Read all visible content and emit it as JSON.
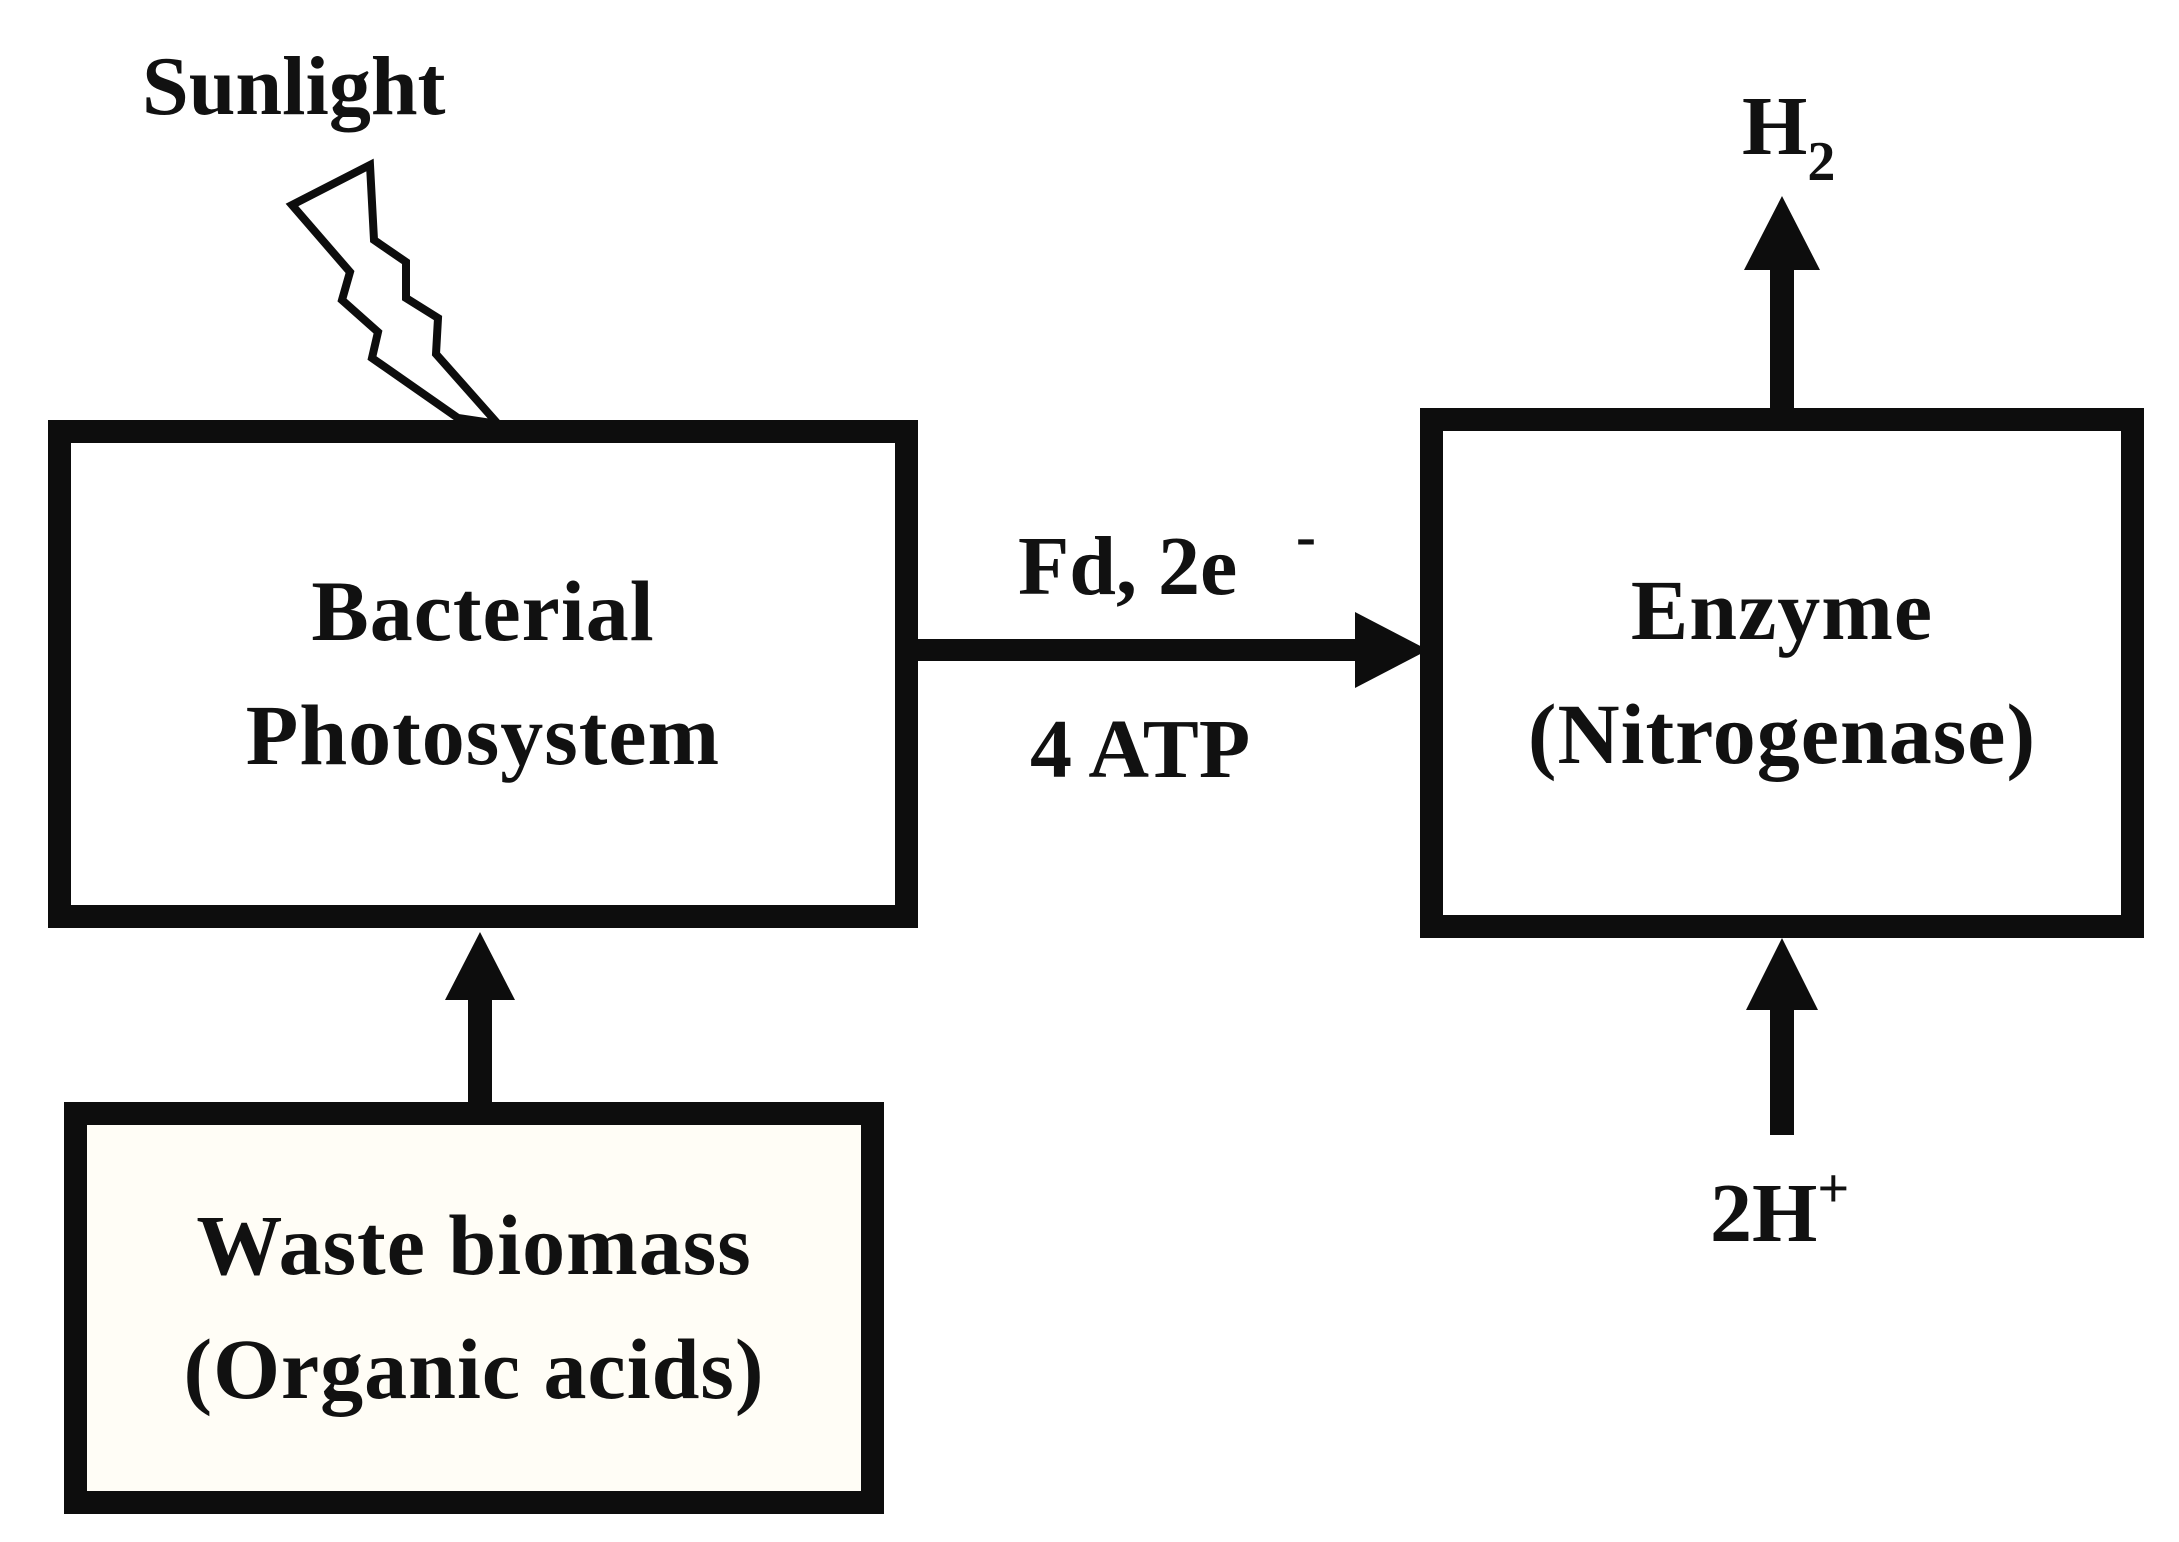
{
  "diagram": {
    "sunlight_label": "Sunlight",
    "photosystem_box": {
      "line1": "Bacterial",
      "line2": "Photosystem"
    },
    "biomass_box": {
      "line1": "Waste biomass",
      "line2": "(Organic acids)"
    },
    "enzyme_box": {
      "line1": "Enzyme",
      "line2": "(Nitrogenase)"
    },
    "transfer_label_top": "Fd, 2e",
    "transfer_label_top_superscript": "-",
    "transfer_label_bottom": "4 ATP",
    "product_label": "H",
    "product_subscript": "2",
    "proton_label": "2H",
    "proton_superscript": "+",
    "colors": {
      "stroke": "#0d0d0d",
      "text": "#111111",
      "background": "#ffffff"
    }
  }
}
